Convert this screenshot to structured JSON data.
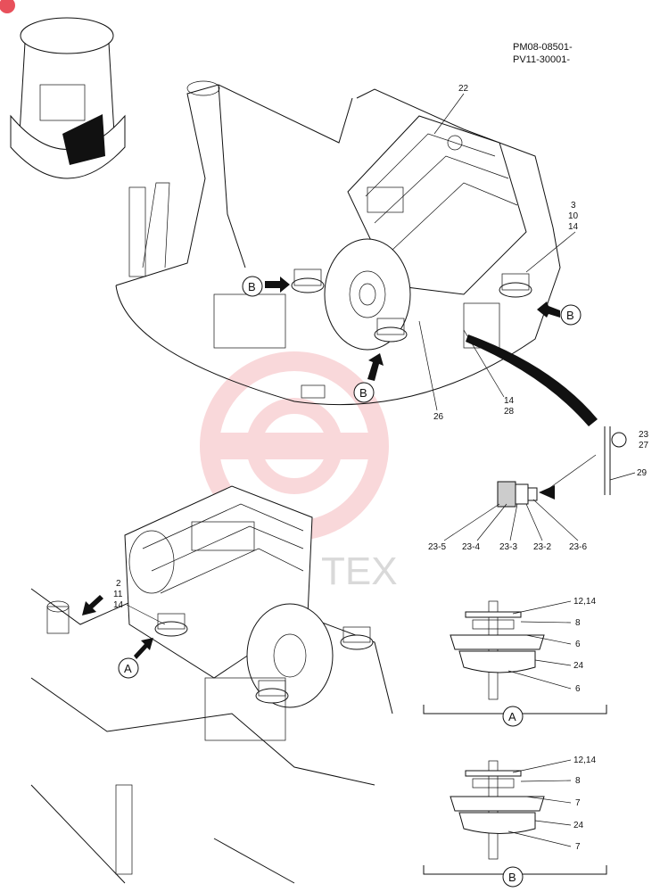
{
  "header": {
    "codes": [
      "PM08-08501-",
      "PV11-30001-"
    ]
  },
  "watermark": {
    "text": "TEX",
    "color": "#e8505b"
  },
  "callouts": {
    "c22": "22",
    "c3": "3",
    "c10": "10",
    "c14a": "14",
    "c26": "26",
    "c14b": "14",
    "c28": "28",
    "c23": "23",
    "c27": "27",
    "c29": "29",
    "c23_5": "23-5",
    "c23_4": "23-4",
    "c23_3": "23-3",
    "c23_2": "23-2",
    "c23_6": "23-6",
    "c2": "2",
    "c11": "11",
    "c14c": "14"
  },
  "view_markers": {
    "a": "A",
    "b": "B"
  },
  "detail_a": {
    "labels": [
      "12,14",
      "8",
      "6",
      "24",
      "6"
    ],
    "caption": "A"
  },
  "detail_b": {
    "labels": [
      "12,14",
      "8",
      "7",
      "24",
      "7"
    ],
    "caption": "B"
  },
  "icons": [
    "excavator-thumbnail-icon",
    "arrow-icon",
    "bolt-icon"
  ]
}
